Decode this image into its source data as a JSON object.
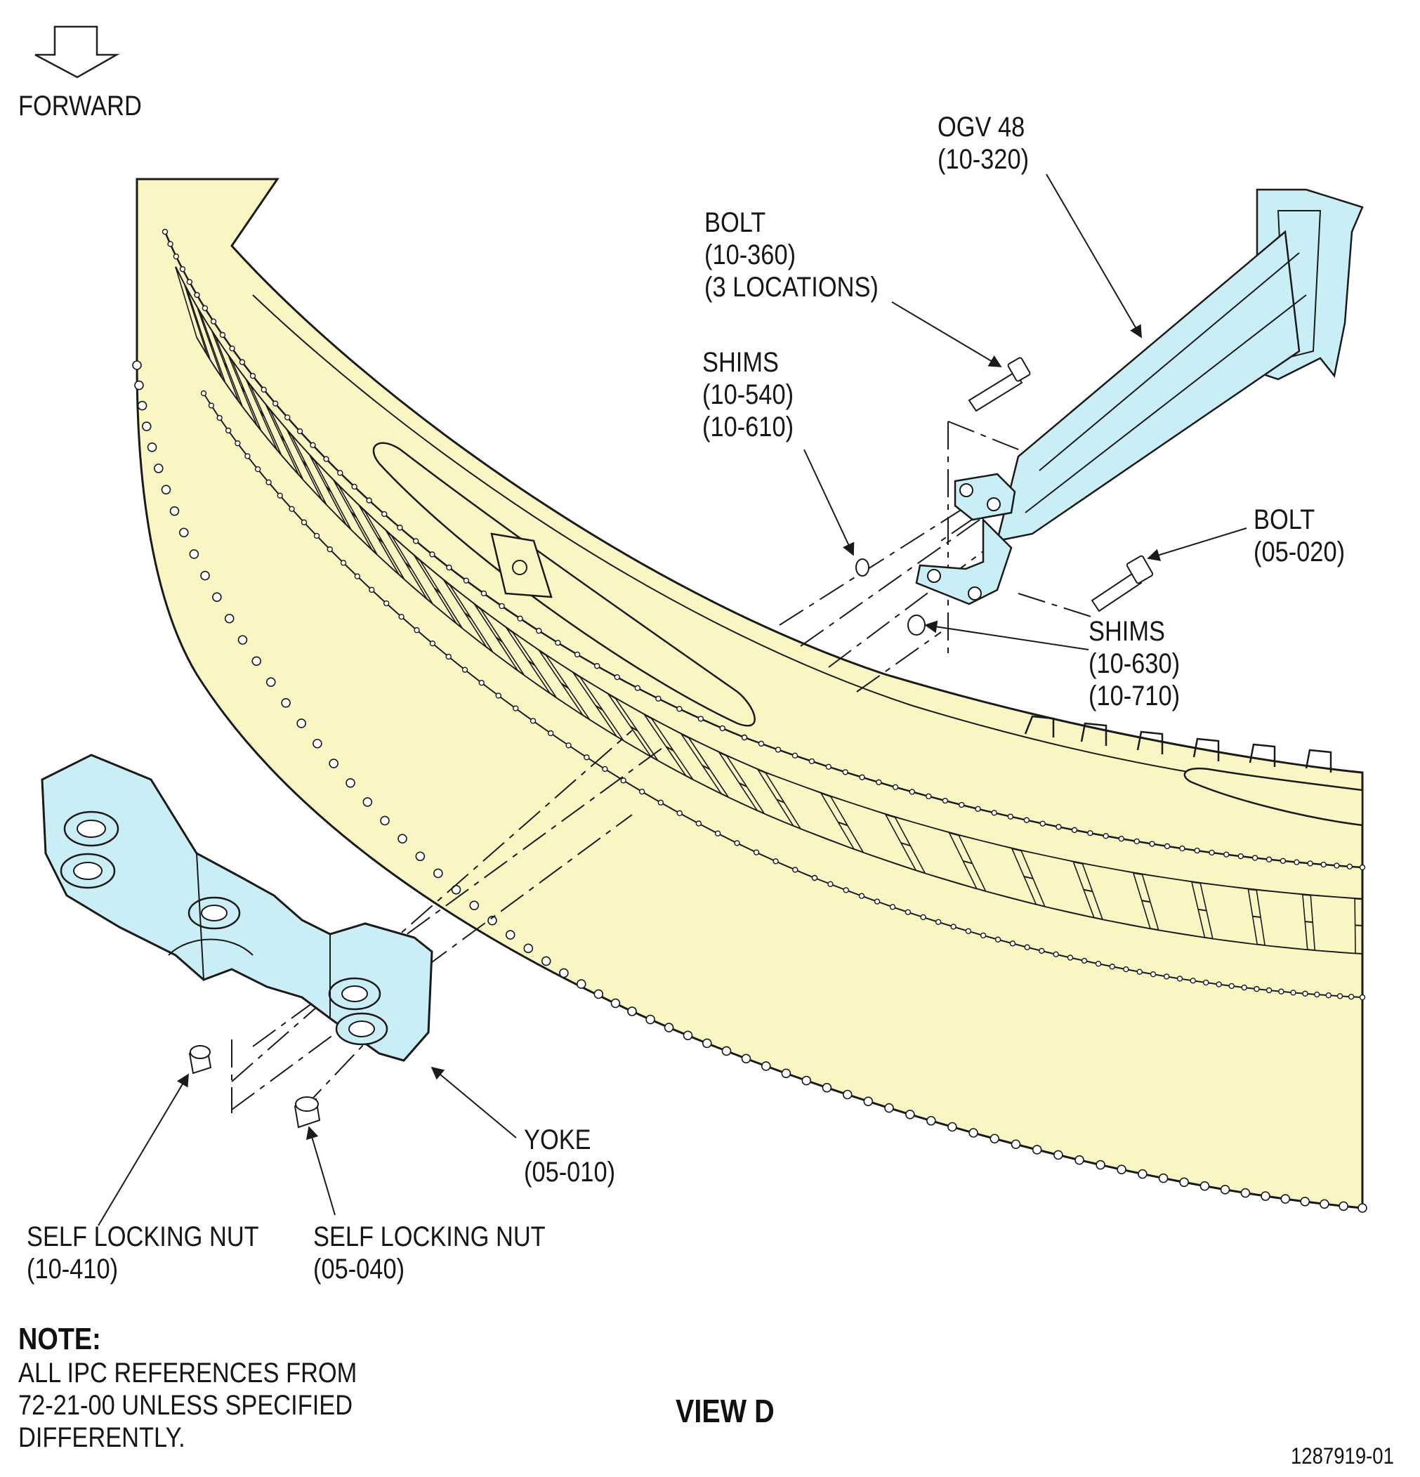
{
  "forward_label": "FORWARD",
  "callouts": {
    "ogv": {
      "name": "OGV 48",
      "ref": "(10-320)"
    },
    "bolt_top": {
      "name": "BOLT",
      "ref": "(10-360)",
      "qty": "(3 LOCATIONS)"
    },
    "shims_top": {
      "name": "SHIMS",
      "ref1": "(10-540)",
      "ref2": "(10-610)"
    },
    "bolt_right": {
      "name": "BOLT",
      "ref": "(05-020)"
    },
    "shims_right": {
      "name": "SHIMS",
      "ref1": "(10-630)",
      "ref2": "(10-710)"
    },
    "yoke": {
      "name": "YOKE",
      "ref": "(05-010)"
    },
    "nut_left": {
      "name": "SELF LOCKING NUT",
      "ref": "(10-410)"
    },
    "nut_right": {
      "name": "SELF LOCKING NUT",
      "ref": "(05-040)"
    }
  },
  "note": {
    "heading": "NOTE:",
    "lines": [
      "ALL IPC REFERENCES FROM",
      "72-21-00 UNLESS SPECIFIED",
      "DIFFERENTLY."
    ]
  },
  "view_title": "VIEW D",
  "figure_number": "1287919-01",
  "colors": {
    "case": "#f9f6c4",
    "part": "#c9eef5",
    "line": "#1a1a1a"
  }
}
